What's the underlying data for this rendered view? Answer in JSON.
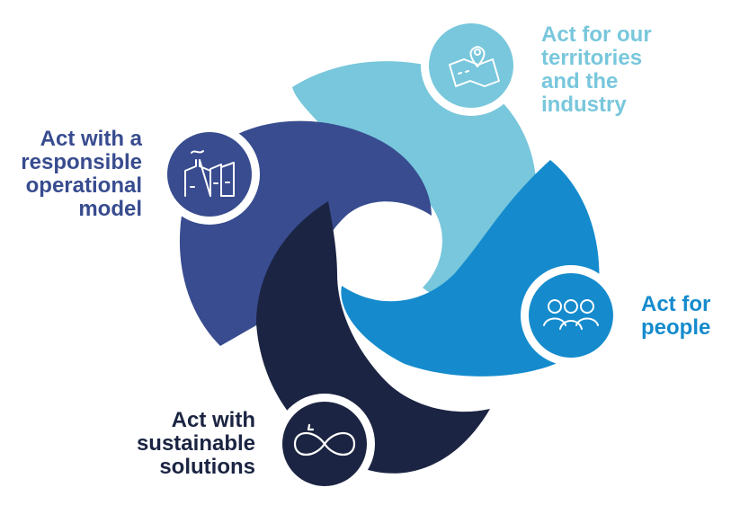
{
  "colors": {
    "territories": "#78c7dc",
    "operational": "#384c8f",
    "people": "#158bcd",
    "solutions": "#1b2442",
    "icon_stroke": "#ffffff",
    "ring": "#ffffff"
  },
  "segments": [
    {
      "key": "territories",
      "label": "Act  for our\nterritories\nand the\nindustry",
      "icon": "map-pin-icon"
    },
    {
      "key": "operational",
      "label": "Act with a\nresponsible\noperational\nmodel",
      "icon": "factory-icon"
    },
    {
      "key": "people",
      "label": "Act for\npeople",
      "icon": "people-icon"
    },
    {
      "key": "solutions",
      "label": "Act with\nsustainable\nsolutions",
      "icon": "infinity-loop-icon"
    }
  ]
}
